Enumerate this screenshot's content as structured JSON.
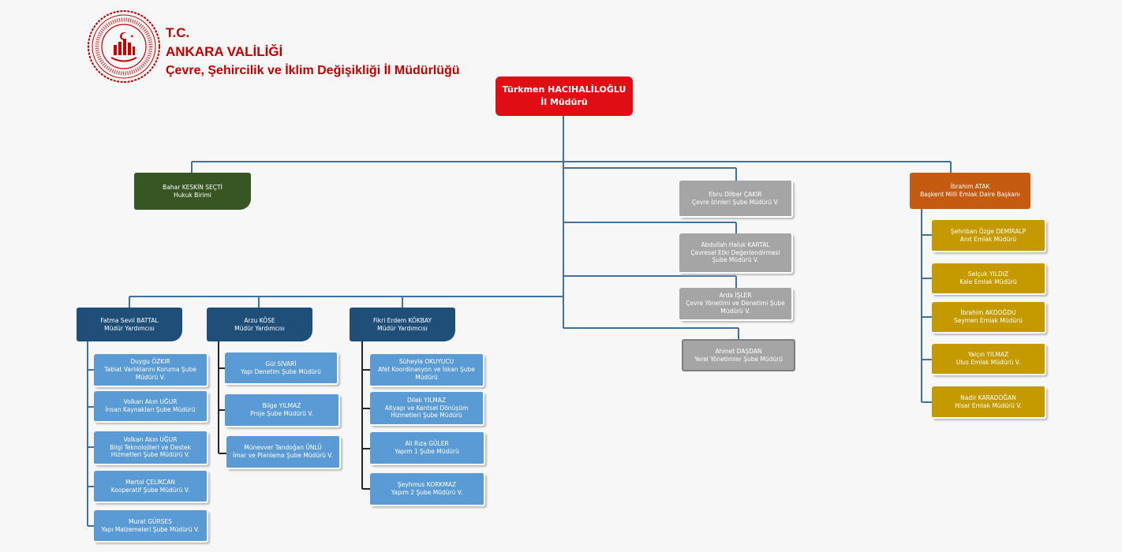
{
  "header": {
    "line1": "T.C.",
    "line2": "ANKARA VALİLİĞİ",
    "line3": "Çevre, Şehircilik ve İklim Değişikliği İl Müdürlüğü",
    "logo_color": "#c00000"
  },
  "director": {
    "name": "Türkmen HACIHALİLOĞLU",
    "title": "İl Müdürü",
    "color": "#e00d14"
  },
  "legal": {
    "name": "Bahar KESKİN SEÇTİ",
    "title": "Hukuk Birimi",
    "color": "#375623"
  },
  "gray_units": [
    {
      "name": "Ebru Dilber ÇAKIR",
      "title": "Çevre İzinleri Şube Müdürü V."
    },
    {
      "name": "Abdullah Haluk KARTAL",
      "title": "Çevresel Etki Değerlendirmesi Şube Müdürü V."
    },
    {
      "name": "Arda İŞLER",
      "title": "Çevre Yönetimi ve Denetimi Şube Müdürü V."
    },
    {
      "name": "Ahmet DAŞDAN",
      "title": "Yerel Yönetimler Şube Müdürü"
    }
  ],
  "emlak": {
    "head": {
      "name": "İbrahim ATAK",
      "title": "Başkent Milli Emlak Daire Başkanı",
      "color": "#c55a11"
    },
    "units": [
      {
        "name": "Şehriban Özge DEMİRALP",
        "title": "Anıt Emlak Müdürü"
      },
      {
        "name": "Selçuk YILDIZ",
        "title": "Kale Emlak Müdürü"
      },
      {
        "name": "İbrahim AKDOĞDU",
        "title": "Seymen Emlak Müdürü"
      },
      {
        "name": "Yalçın YILMAZ",
        "title": "Ulus Emlak Müdürü V."
      },
      {
        "name": "Nadir KARADOĞAN",
        "title": "Hisar Emlak Müdürü V."
      }
    ]
  },
  "deputies": [
    {
      "name": "Fatma Sevil BATTAL",
      "title": "Müdür Yardımcısı",
      "units": [
        {
          "name": "Duygu ÖZKIR",
          "title": "Tabiat Varlıklarını Koruma Şube Müdürü V."
        },
        {
          "name": "Volkan Akın UĞUR",
          "title": "İnsan Kaynakları Şube Müdürü"
        },
        {
          "name": "Volkan Akın UĞUR",
          "title": "Bilgi Teknolojileri ve Destek Hizmetleri Şube Müdürü V."
        },
        {
          "name": "Mertol ÇELİKCAN",
          "title": "Kooperatif Şube Müdürü V."
        },
        {
          "name": "Murat GÜRSES",
          "title": "Yapı Malzemeleri Şube Müdürü V."
        }
      ]
    },
    {
      "name": "Arzu KÖSE",
      "title": "Müdür Yardımcısı",
      "units": [
        {
          "name": "Gül SİVARİ",
          "title": "Yapı Denetim Şube Müdürü"
        },
        {
          "name": "Bilge YILMAZ",
          "title": "Proje Şube Müdürü V."
        },
        {
          "name": "Münevver Tandoğan ÜNLÜ",
          "title": "İmar ve Planlama Şube Müdürü V."
        }
      ]
    },
    {
      "name": "Fikri Erdem KÖKBAY",
      "title": "Müdür Yardımcısı",
      "units": [
        {
          "name": "Süheyla OKUYUCU",
          "title": "Afet Koordinasyon ve İskan Şube Müdürü"
        },
        {
          "name": "Dilek YILMAZ",
          "title": "Altyapı ve Kentsel Dönüşüm Hizmetleri Şube Müdürü"
        },
        {
          "name": "Ali Rıza GÜLER",
          "title": "Yapım 1 Şube Müdürü"
        },
        {
          "name": "Şeyhmus KORKMAZ",
          "title": "Yapım 2 Şube Müdürü V."
        }
      ]
    }
  ]
}
